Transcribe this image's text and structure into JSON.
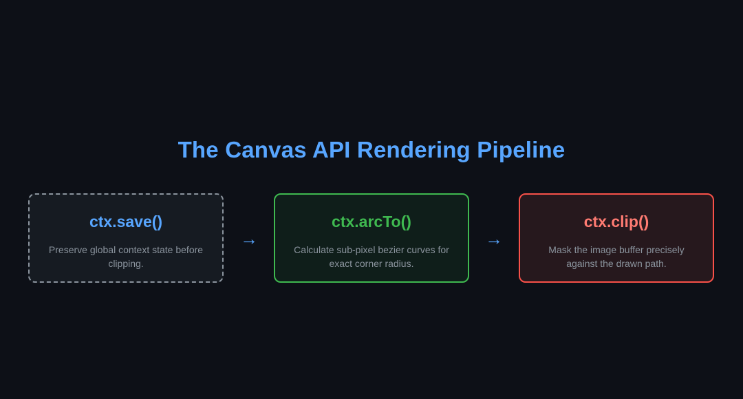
{
  "title": "The Canvas API Rendering Pipeline",
  "steps": [
    {
      "label": "ctx.save()",
      "description": "Preserve global context state before clipping."
    },
    {
      "label": "ctx.arcTo()",
      "description": "Calculate sub-pixel bezier curves for exact corner radius."
    },
    {
      "label": "ctx.clip()",
      "description": "Mask the image buffer precisely against the drawn path."
    }
  ],
  "arrow_glyph": "→",
  "colors": {
    "background": "#0d1017",
    "title": "#58a6ff",
    "save": "#58a6ff",
    "arcto": "#3fb950",
    "clip": "#ff7b72",
    "arrow": "#58a6ff"
  }
}
